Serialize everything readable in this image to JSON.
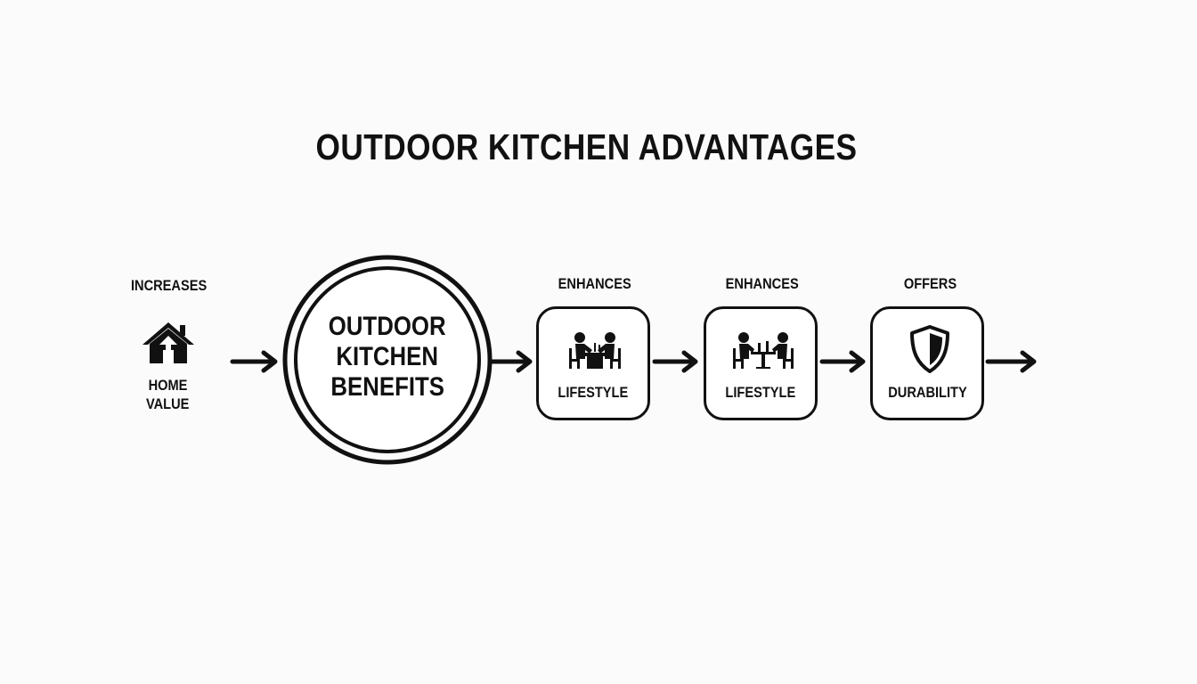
{
  "title": "OUTDOOR KITCHEN ADVANTAGES",
  "start": {
    "relation": "INCREASES",
    "label_line1": "HOME",
    "label_line2": "VALUE",
    "icon": "house-icon"
  },
  "center": {
    "line1": "OUTDOOR",
    "line2": "KITCHEN",
    "line3": "BENEFITS"
  },
  "nodes": [
    {
      "relation": "ENHANCES",
      "label": "LIFESTYLE",
      "icon": "dining-people-icon"
    },
    {
      "relation": "ENHANCES",
      "label": "LIFESTYLE",
      "icon": "dining-people-icon"
    },
    {
      "relation": "OFFERS",
      "label": "DURABILITY",
      "icon": "shield-icon"
    }
  ],
  "colors": {
    "ink": "#111111",
    "background": "#fbfbfb"
  }
}
